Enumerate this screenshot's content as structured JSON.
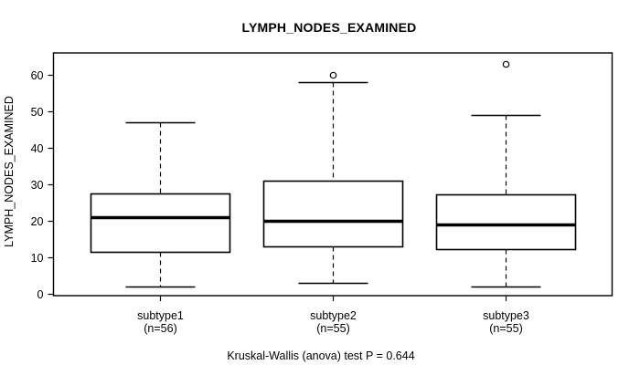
{
  "chart_data": {
    "type": "boxplot",
    "title": "LYMPH_NODES_EXAMINED",
    "ylabel": "LYMPH_NODES_EXAMINED",
    "xlabel": "",
    "footnote": "Kruskal-Wallis (anova) test P = 0.644",
    "yticks": [
      0,
      10,
      20,
      30,
      40,
      50,
      60
    ],
    "ylim": [
      -0.5,
      66
    ],
    "grid": false,
    "colors": {
      "foreground": "#000000",
      "background": "#ffffff"
    },
    "groups": [
      {
        "label": "subtype1",
        "sublabel": "(n=56)",
        "stats": {
          "whisker_low": 2,
          "q1": 11.5,
          "median": 21,
          "q3": 27.5,
          "whisker_high": 47
        },
        "outliers": []
      },
      {
        "label": "subtype2",
        "sublabel": "(n=55)",
        "stats": {
          "whisker_low": 3,
          "q1": 13,
          "median": 20,
          "q3": 31,
          "whisker_high": 58
        },
        "outliers": [
          60
        ]
      },
      {
        "label": "subtype3",
        "sublabel": "(n=55)",
        "stats": {
          "whisker_low": 2,
          "q1": 12.25,
          "median": 19,
          "q3": 27.25,
          "whisker_high": 49
        },
        "outliers": [
          63
        ]
      }
    ]
  }
}
